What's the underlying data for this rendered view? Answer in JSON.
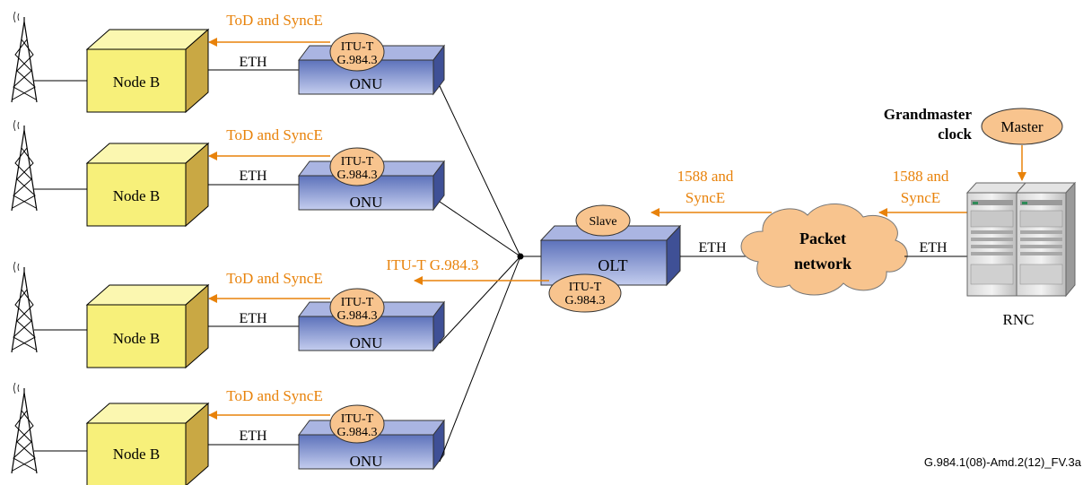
{
  "colors": {
    "orange": "#e8820a",
    "node_front": "#f7f07a",
    "node_top": "#fbf7b0",
    "node_side": "#c9a844",
    "onu_front": "#6e82c4",
    "onu_top": "#aab5e2",
    "onu_side": "#3f5096",
    "ellipse": "#f8c48e",
    "line": "#000000"
  },
  "labels": {
    "node_b": "Node B",
    "onu": "ONU",
    "olt": "OLT",
    "eth": "ETH",
    "tod_synce": "ToD and SyncE",
    "itu_line1": "ITU-T",
    "itu_line2": "G.984.3",
    "itu_full": "ITU-T G.984.3",
    "slave": "Slave",
    "master": "Master",
    "grandmaster_line1": "Grandmaster",
    "grandmaster_line2": "clock",
    "sync_line1": "1588 and",
    "sync_line2": "SyncE",
    "packet_line1": "Packet",
    "packet_line2": "network",
    "rnc": "RNC",
    "figure_id": "G.984.1(08)-Amd.2(12)_FV.3a"
  },
  "icons": [
    "antenna-tower-icon",
    "server-rack-icon",
    "cloud-icon"
  ]
}
